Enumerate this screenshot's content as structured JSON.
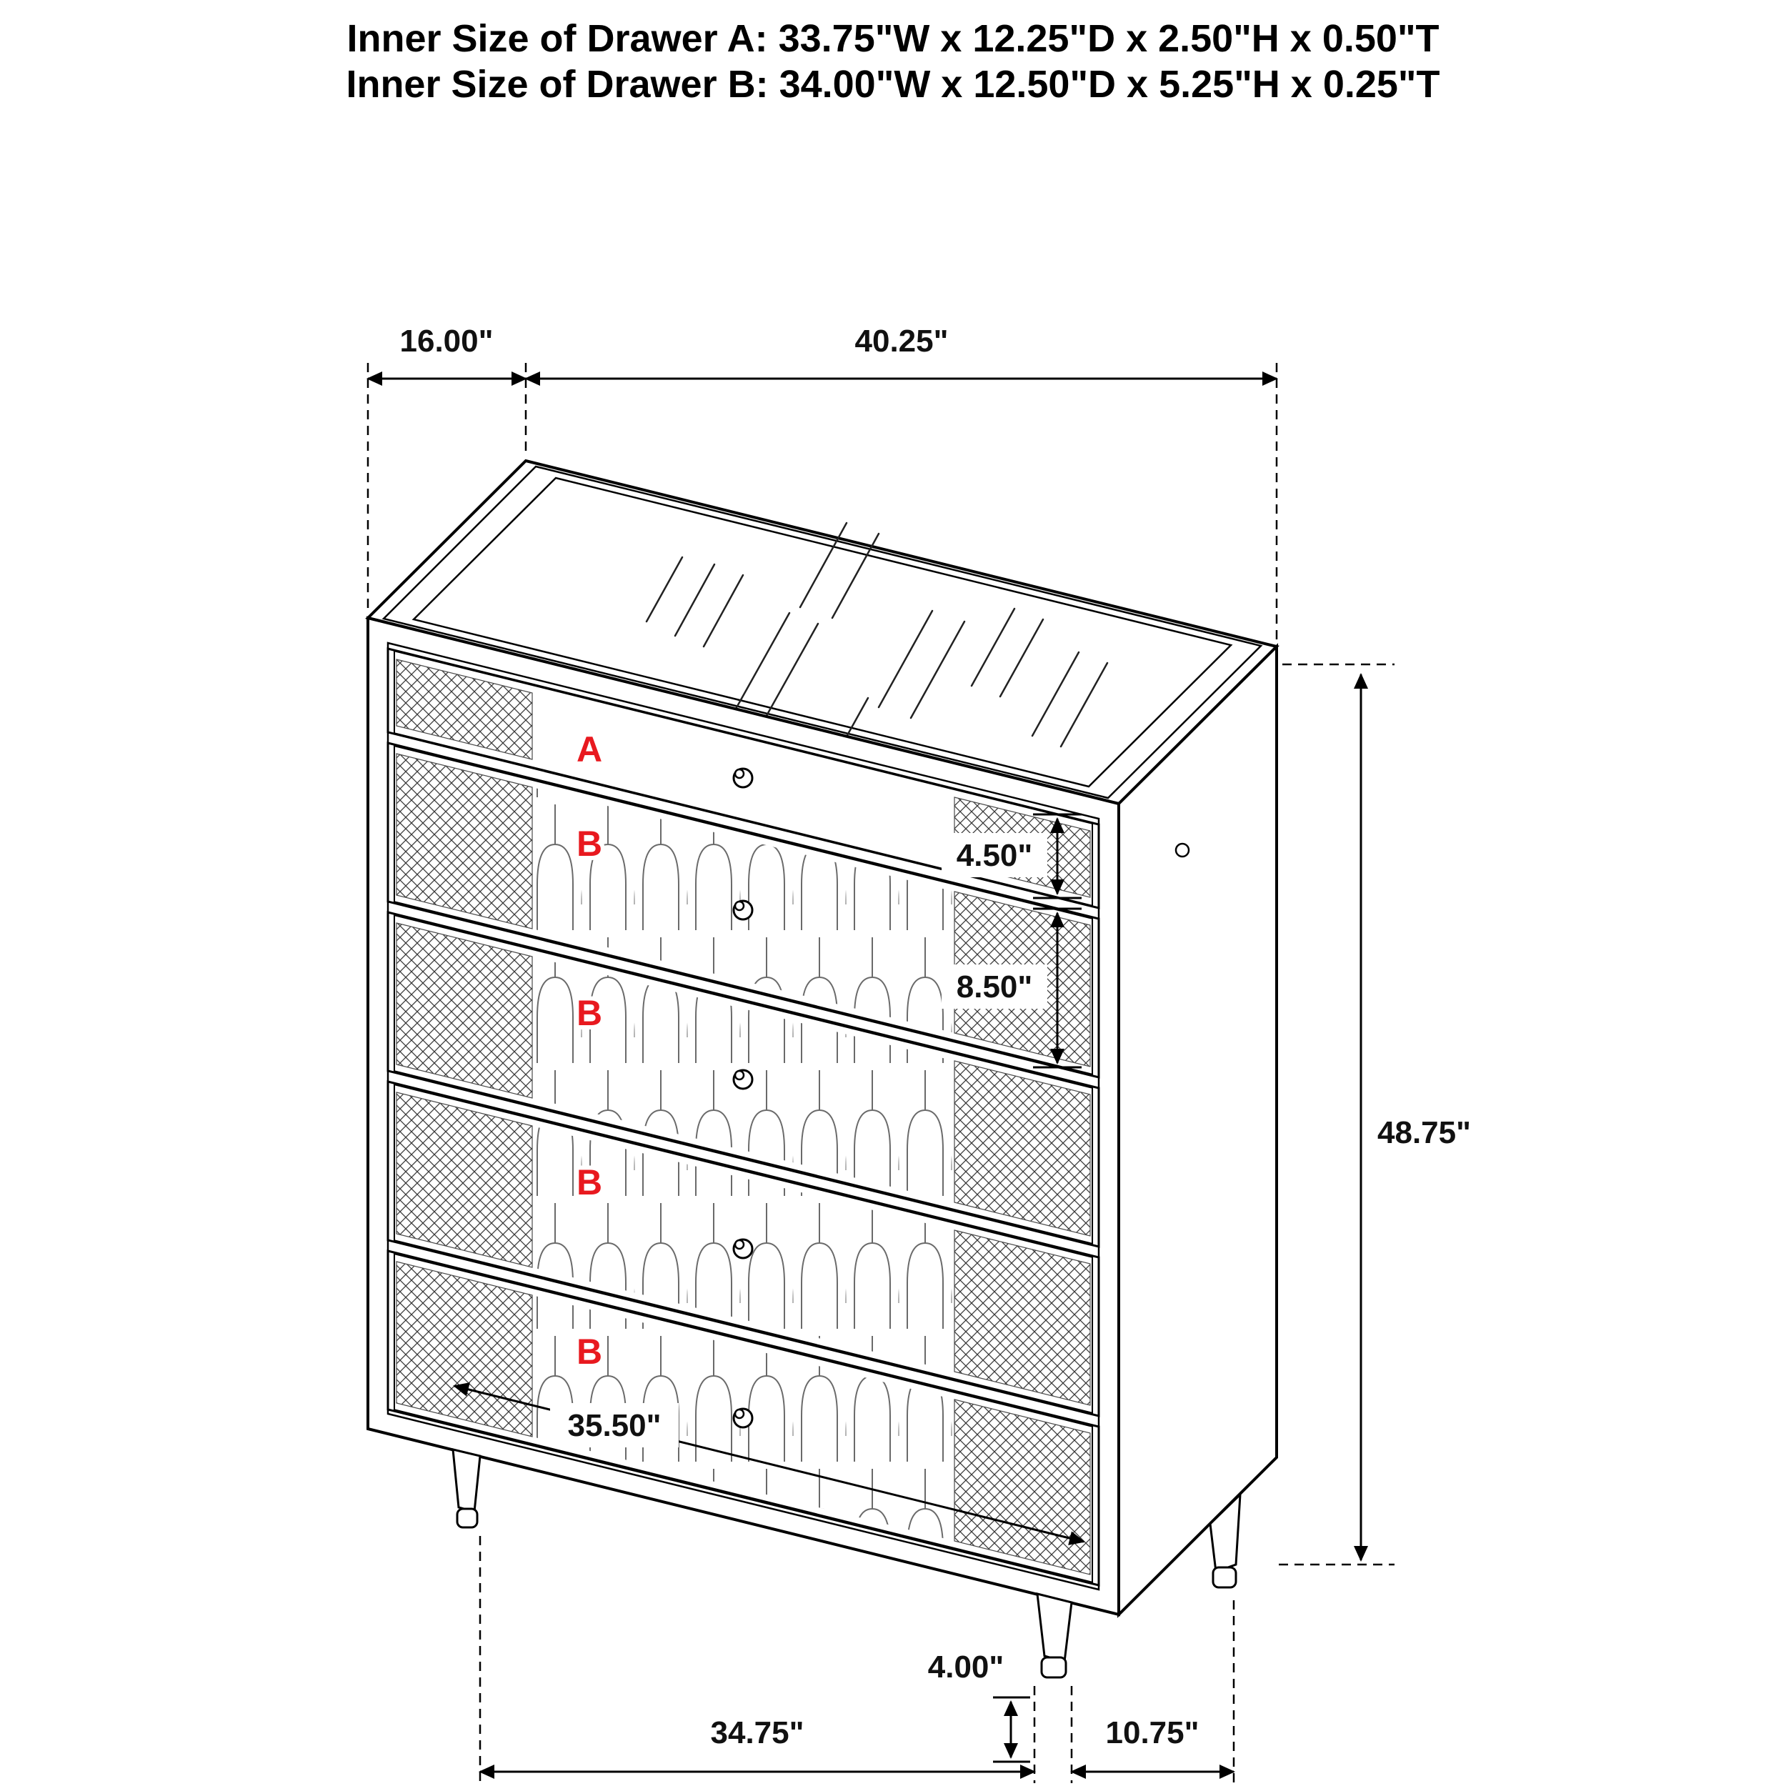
{
  "header": {
    "line1": "Inner Size of Drawer A: 33.75\"W x 12.25\"D x 2.50\"H x 0.50\"T",
    "line2": "Inner Size of Drawer B: 34.00\"W x 12.50\"D x 5.25\"H x 0.25\"T"
  },
  "dimensions": {
    "top_depth": "16.00\"",
    "top_width": "40.25\"",
    "drawer_a_front_height": "4.50\"",
    "drawer_b_front_height": "8.50\"",
    "overall_height": "48.75\"",
    "drawer_front_width": "35.50\"",
    "leg_height": "4.00\"",
    "base_width": "34.75\"",
    "base_depth": "10.75\""
  },
  "drawers": {
    "labels": [
      "A",
      "B",
      "B",
      "B",
      "B"
    ]
  },
  "colors": {
    "line": "#000000",
    "drawer_letter": "#e8191f",
    "dimension_text": "#111111",
    "background": "#ffffff"
  }
}
